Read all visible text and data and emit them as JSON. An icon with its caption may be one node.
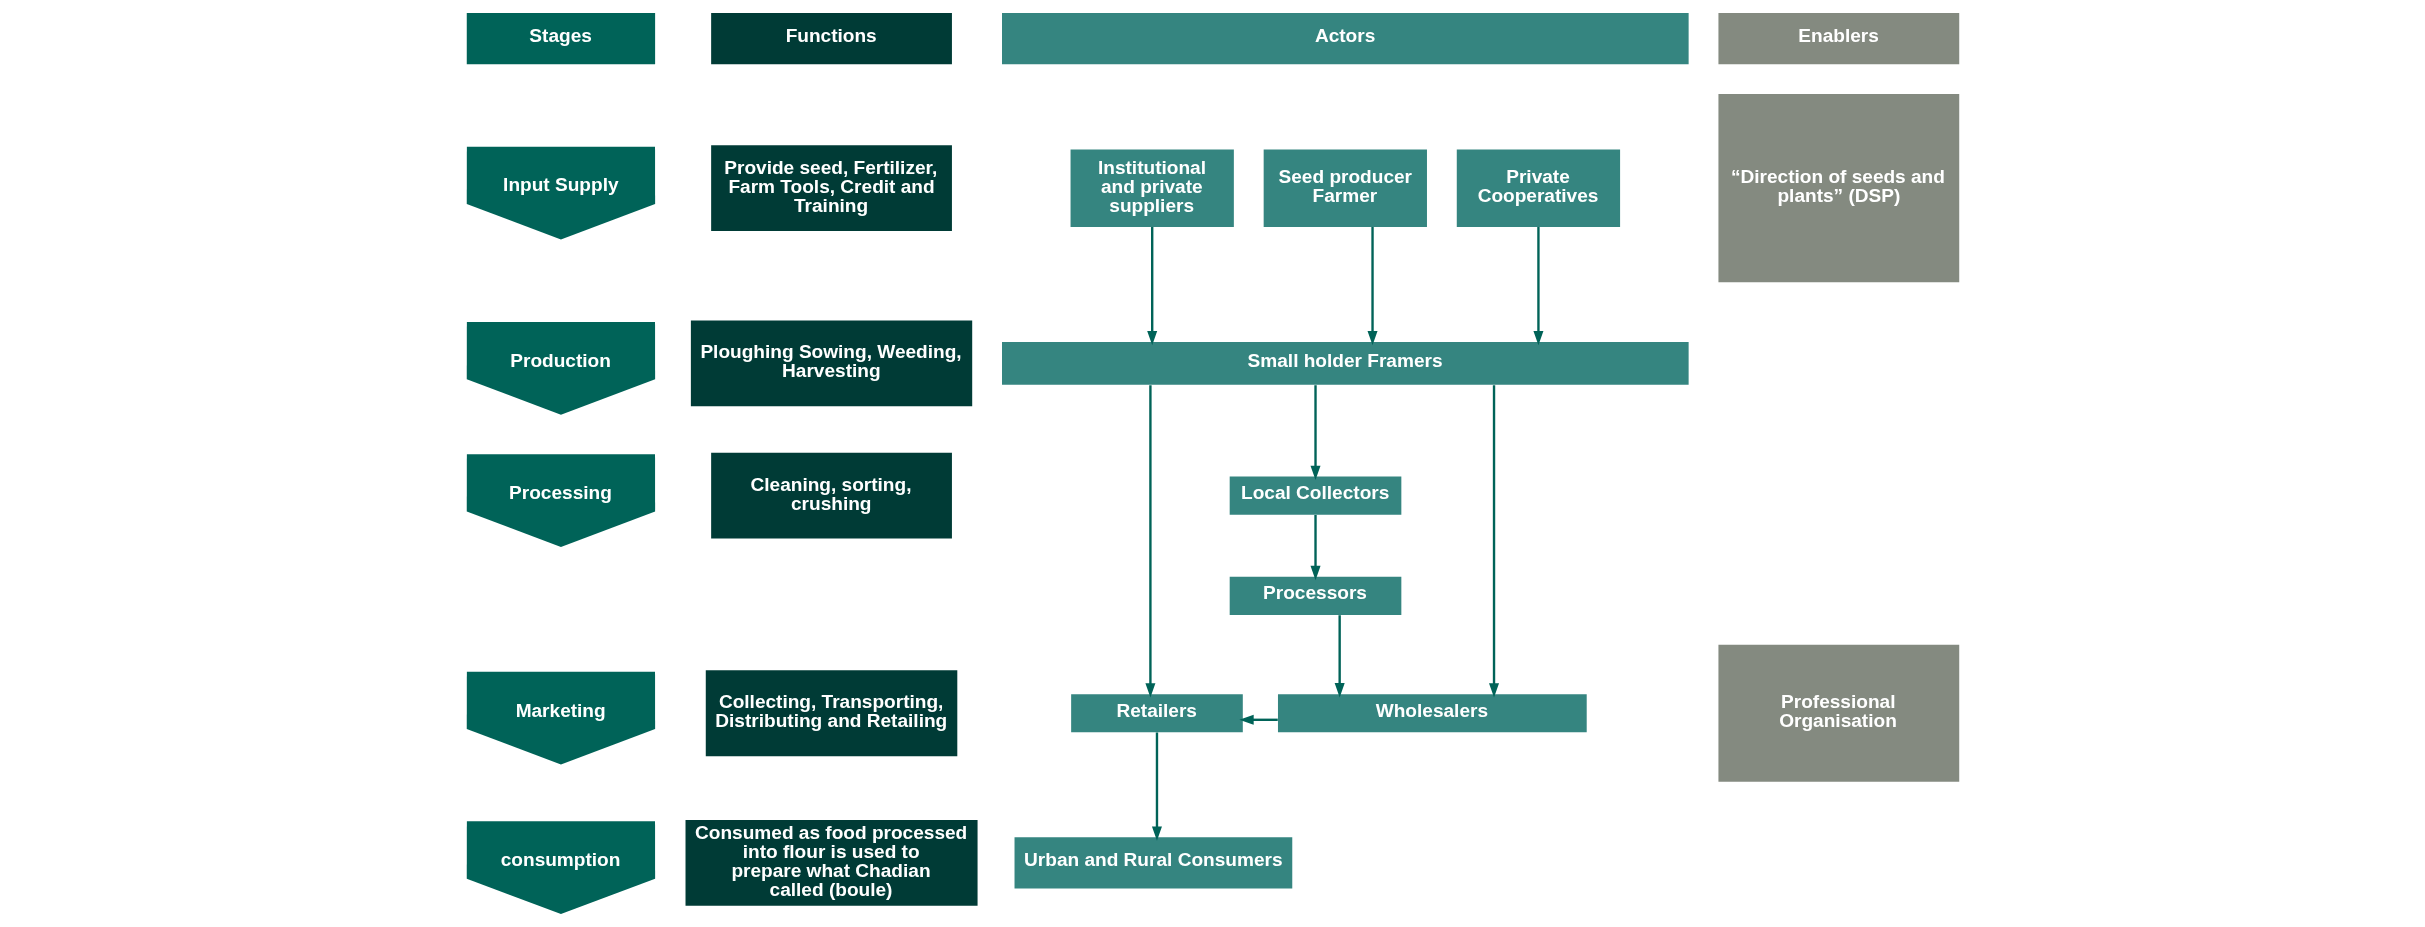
{
  "diagram": {
    "nodes": [
      {
        "text": [
          "Stages"
        ]
      },
      {
        "text": [
          "Functions"
        ]
      },
      {
        "text": [
          "Actors"
        ]
      },
      {
        "text": [
          "Enablers"
        ]
      },
      {
        "text": [
          "Input Supply"
        ]
      },
      {
        "text": [
          "Production"
        ]
      },
      {
        "text": [
          "Processing"
        ]
      },
      {
        "text": [
          "Marketing"
        ]
      },
      {
        "text": [
          "consumption"
        ]
      },
      {
        "text": [
          "Provide seed, Fertilizer, Farm Tools, Credit and Training"
        ]
      },
      {
        "text": [
          "Ploughing Sowing, Weeding, Harvesting"
        ]
      },
      {
        "text": [
          "Cleaning, sorting, crushing"
        ]
      },
      {
        "text": [
          "Collecting, Transporting, Distributing and Retailing"
        ]
      },
      {
        "text": [
          "Consumed as food processed into flour is used to prepare what Chadian called (boule)"
        ]
      },
      {
        "text": [
          "Institutional and private suppliers"
        ]
      },
      {
        "text": [
          "Seed producer Farmer"
        ]
      },
      {
        "text": [
          "Private Cooperatives"
        ]
      },
      {
        "text": [
          "Small holder Framers"
        ]
      },
      {
        "text": [
          "Local Collectors"
        ]
      },
      {
        "text": [
          "Processors"
        ]
      },
      {
        "text": [
          "Retailers"
        ]
      },
      {
        "text": [
          "Wholesalers"
        ]
      },
      {
        "text": [
          "Urban and Rural Consumers"
        ]
      },
      {
        "text": [
          "“Direction of seeds and plants” (DSP)"
        ]
      },
      {
        "text": [
          "Professional Organisation"
        ]
      }
    ],
    "edges": [
      {
        "from": 14,
        "to": 17,
        "arrow": "to"
      },
      {
        "from": 15,
        "to": 17,
        "arrow": "to"
      },
      {
        "from": 16,
        "to": 17,
        "arrow": "to"
      },
      {
        "from": 17,
        "to": 20,
        "arrow": "to"
      },
      {
        "from": 17,
        "to": 21,
        "arrow": "to"
      },
      {
        "from": 17,
        "to": 18,
        "arrow": "to"
      },
      {
        "from": 18,
        "to": 19,
        "arrow": "to"
      },
      {
        "from": 19,
        "to": 21,
        "arrow": "to"
      },
      {
        "from": 21,
        "to": 20,
        "arrow": "to"
      },
      {
        "from": 20,
        "to": 22,
        "arrow": "to"
      }
    ]
  }
}
